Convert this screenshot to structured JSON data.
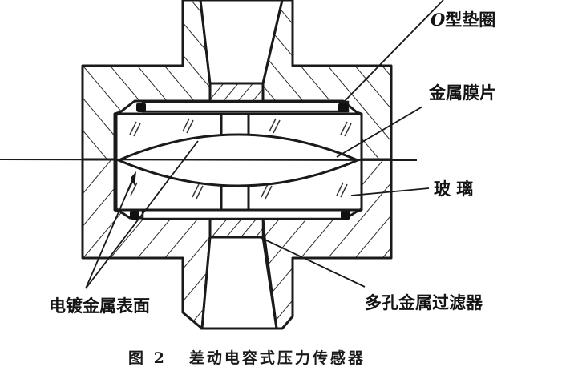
{
  "figure": {
    "number_label": "图 2",
    "title": "差动电容式压力传感器"
  },
  "labels": {
    "o_ring": {
      "prefix": "O",
      "text": "型垫圈"
    },
    "metal_diaphragm": "金属膜片",
    "glass": "玻    璃",
    "plated_metal_surface": "电镀金属表面",
    "porous_metal_filter": "多孔金属过滤器"
  },
  "colors": {
    "line": "#1a1a1a",
    "background": "#ffffff",
    "hatch": "#2a2a2a"
  }
}
